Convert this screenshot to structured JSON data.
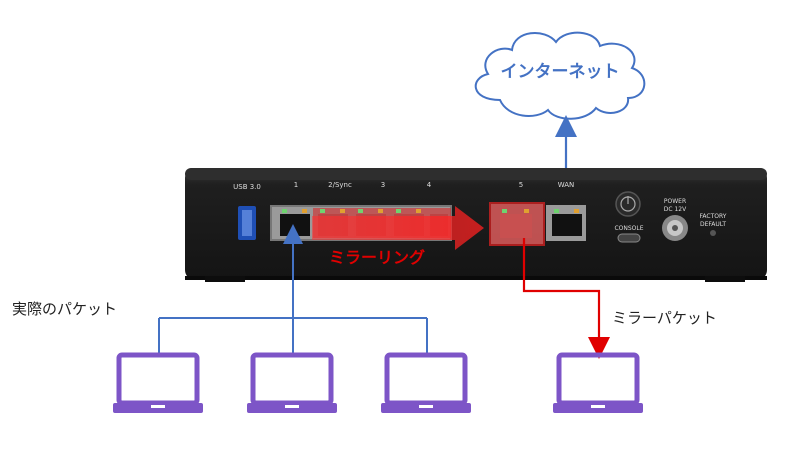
{
  "cloud_label": "インターネット",
  "router": {
    "usb_label": "USB 3.0",
    "port_labels": [
      "1",
      "2/Sync",
      "3",
      "4",
      "5"
    ],
    "wan_label": "WAN",
    "console_label": "CONSOLE",
    "power_label_1": "POWER",
    "power_label_2": "DC 12V",
    "factory_label_1": "FACTORY",
    "factory_label_2": "DEFAULT"
  },
  "mirroring_label": "ミラーリング",
  "actual_packet_label": "実際のパケット",
  "mirror_packet_label": "ミラーパケット",
  "colors": {
    "blue_line": "#4472C4",
    "red_line": "#E00000",
    "laptop": "#7D55C7",
    "mirroring_text": "#E00000",
    "router_body": "#1b1b1b"
  },
  "icons": [
    "cloud-icon",
    "router-icon",
    "laptop-icon"
  ]
}
